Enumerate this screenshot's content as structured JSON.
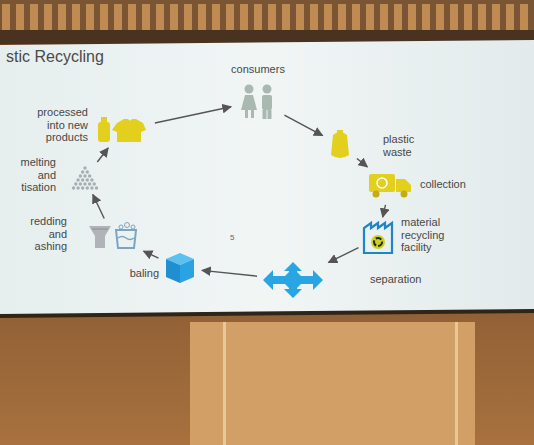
{
  "diagram": {
    "title": "stic Recycling",
    "nodes": [
      {
        "text": [
          "consumers"
        ]
      },
      {
        "text": [
          "plastic waste"
        ]
      },
      {
        "text": [
          "collection"
        ]
      },
      {
        "text": [
          "material recycling facility"
        ]
      },
      {
        "text": [
          "separation"
        ]
      },
      {
        "text": [
          "baling"
        ]
      },
      {
        "text": [
          "redding and ashing"
        ]
      },
      {
        "text": [
          "melting and tisation"
        ]
      },
      {
        "text": [
          "processed into new products"
        ]
      }
    ],
    "edges": [
      {
        "from": 0,
        "to": 1,
        "arrow": "to"
      },
      {
        "from": 1,
        "to": 2,
        "arrow": "to"
      },
      {
        "from": 2,
        "to": 3,
        "arrow": "to"
      },
      {
        "from": 3,
        "to": 4,
        "arrow": "to"
      },
      {
        "from": 4,
        "to": 5,
        "arrow": "to"
      },
      {
        "from": 5,
        "to": 6,
        "arrow": "to"
      },
      {
        "from": 6,
        "to": 7,
        "arrow": "to"
      },
      {
        "from": 7,
        "to": 8,
        "arrow": "to"
      },
      {
        "from": 8,
        "to": 0,
        "arrow": "to"
      }
    ],
    "labels": [
      "5"
    ]
  }
}
